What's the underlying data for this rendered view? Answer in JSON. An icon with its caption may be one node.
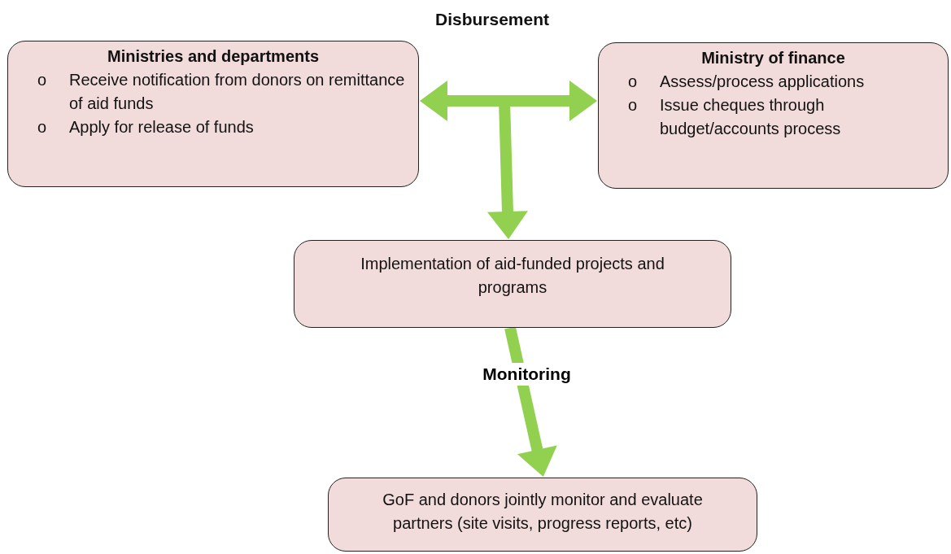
{
  "diagram": {
    "nodes": [
      {
        "text": [
          "Ministries and departments",
          "o",
          "Receive notification from donors on remittance of aid funds",
          "o",
          "Apply for release of funds"
        ]
      },
      {
        "text": [
          "Ministry of finance",
          "o",
          "Assess/process applications",
          "o",
          "Issue cheques through budget/accounts process"
        ]
      },
      {
        "text": [
          "Implementation of aid-funded projects and programs"
        ]
      },
      {
        "text": [
          "GoF and donors jointly monitor and evaluate partners (site visits, progress reports, etc)"
        ]
      }
    ],
    "edges": [
      {
        "from": 0,
        "to": 1,
        "arrow": "both"
      },
      {
        "from": null,
        "to": 2,
        "arrow": "to"
      },
      {
        "from": 2,
        "to": 3,
        "arrow": "to",
        "label": "Monitoring"
      }
    ],
    "labels": [
      "Disbursement"
    ]
  }
}
